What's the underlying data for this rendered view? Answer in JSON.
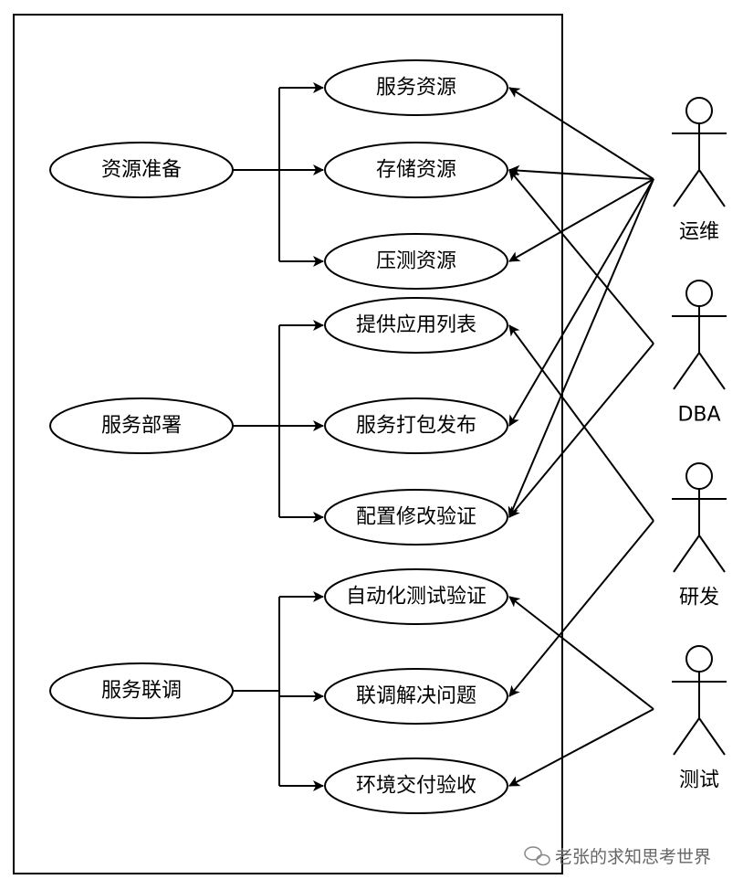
{
  "groups": [
    {
      "label": "资源准备",
      "children": [
        "服务资源",
        "存储资源",
        "压测资源"
      ]
    },
    {
      "label": "服务部署",
      "children": [
        "提供应用列表",
        "服务打包发布",
        "配置修改验证"
      ]
    },
    {
      "label": "服务联调",
      "children": [
        "自动化测试验证",
        "联调解决问题",
        "环境交付验收"
      ]
    }
  ],
  "actors": [
    {
      "label": "运维",
      "targets": [
        "服务资源",
        "存储资源",
        "压测资源",
        "服务打包发布",
        "配置修改验证"
      ]
    },
    {
      "label": "DBA",
      "targets": [
        "存储资源",
        "配置修改验证"
      ]
    },
    {
      "label": "研发",
      "targets": [
        "提供应用列表",
        "联调解决问题"
      ]
    },
    {
      "label": "测试",
      "targets": [
        "自动化测试验证",
        "环境交付验收"
      ]
    }
  ],
  "watermark": "老张的求知思考世界",
  "colors": {
    "line": "#000000",
    "fill": "#ffffff",
    "watermark": "#666666"
  }
}
